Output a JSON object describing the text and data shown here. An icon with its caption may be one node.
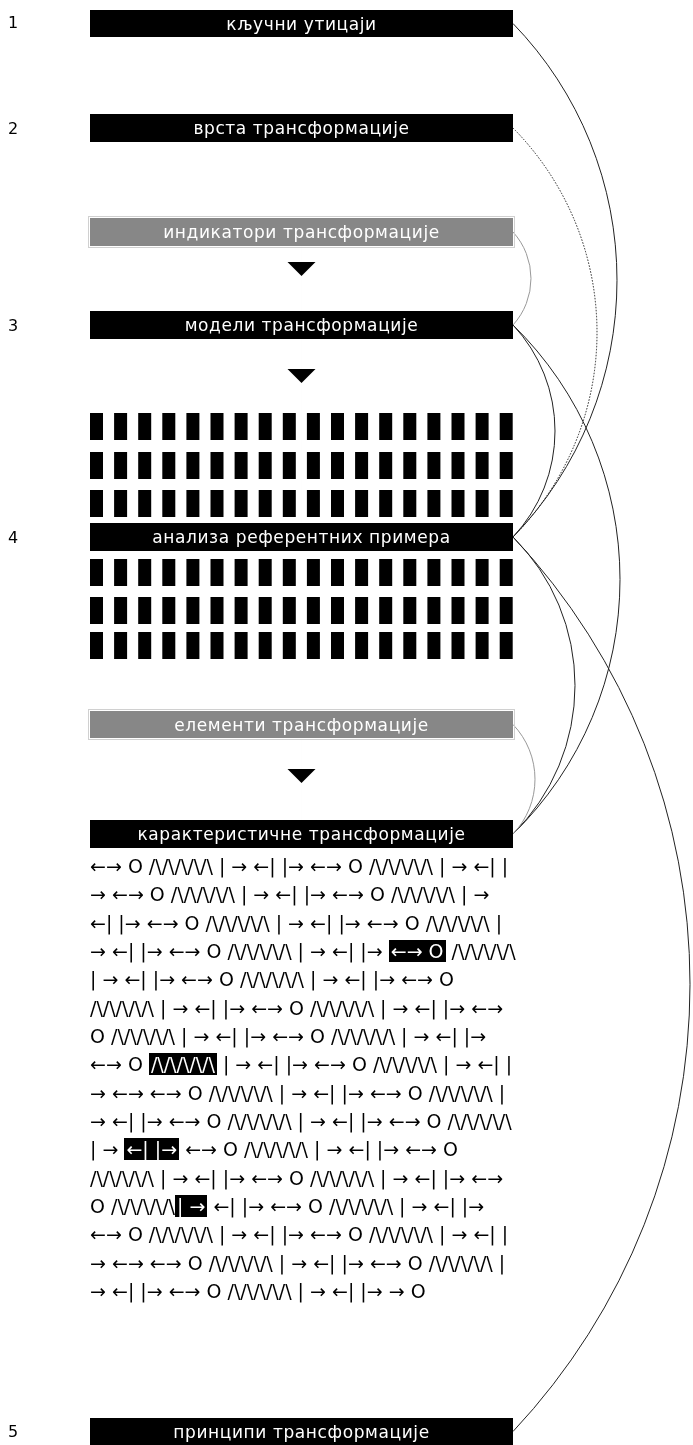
{
  "diagram": {
    "nodes": [
      {
        "text": [
          "кључни утицаји"
        ]
      },
      {
        "text": [
          "врста трансформације"
        ]
      },
      {
        "text": [
          "индикатори трансформације"
        ]
      },
      {
        "text": [
          "модели трансформације"
        ]
      },
      {
        "text": [
          "анализа референтних примера"
        ]
      },
      {
        "text": [
          "елементи трансформације"
        ]
      },
      {
        "text": [
          "карактеристичне трансформације"
        ],
        "beside": [
          "←→ O /\\/\\/\\/\\/\\ | → ←| |→ ←→ O /\\/\\/\\/\\/\\ | → ←| |→ ←→ O /\\/\\/\\/\\/\\ | → ←| |→ ←→ O /\\/\\/\\/\\/\\ | → ←| |→ ←→ O /\\/\\/\\/\\/\\ | → ←| |→ ←→ O /\\/\\/\\/\\/\\ | → ←| |→ ←→ O /\\/\\/\\/\\/\\ | → ←| |→ **←→ O** /\\/\\/\\/\\/\\ | → ←| |→ ←→ O /\\/\\/\\/\\/\\ | → ←| |→ ←→ O /\\/\\/\\/\\/\\ | → ←| |→ ←→ O /\\/\\/\\/\\/\\ | → ←| |→ ←→ O /\\/\\/\\/\\/\\ | → ←| |→ ←→ O /\\/\\/\\/\\/\\ | → ←| |→ ←→ O **/\\/\\/\\/\\/\\** | → ←| |→ ←→ O /\\/\\/\\/\\/\\ | → ←| |→ ←→ ←→ O /\\/\\/\\/\\/\\ | → ←| |→ ←→ O /\\/\\/\\/\\/\\ | → ←| |→ ←→ O /\\/\\/\\/\\/\\ | → ←| |→ ←→ O /\\/\\/\\/\\/\\ | → **←| |→** ←→ O /\\/\\/\\/\\/\\ | → ←| |→ ←→ O /\\/\\/\\/\\/\\ | → ←| |→ ←→ O /\\/\\/\\/\\/\\ | → ←| |→ ←→ O /\\/\\/\\/\\/\\**| →** ←| |→ ←→ O /\\/\\/\\/\\/\\ | → ←| |→ ←→ O /\\/\\/\\/\\/\\ | → ←| |→ ←→ O /\\/\\/\\/\\/\\ | → ←| |→ ←→ ←→ O /\\/\\/\\/\\/\\ | → ←| |→ ←→ O /\\/\\/\\/\\/\\ | → ←| |→ ←→ O /\\/\\/\\/\\/\\ | → ←| |→ → O"
        ]
      },
      {
        "text": [
          "принципи трансформације"
        ]
      }
    ],
    "edges": [
      {
        "from": 0,
        "to": 4,
        "arrow": "none"
      },
      {
        "from": 1,
        "to": 4,
        "arrow": "none",
        "style": "dashed"
      },
      {
        "from": 2,
        "to": 3,
        "arrow": "none",
        "color": "#999999"
      },
      {
        "from": 2,
        "to": 3,
        "arrow": "to"
      },
      {
        "from": 3,
        "to": 4,
        "arrow": "none"
      },
      {
        "from": 3,
        "to": 6,
        "arrow": "none"
      },
      {
        "from": 3,
        "to": 4,
        "arrow": "to"
      },
      {
        "from": 4,
        "to": 6,
        "arrow": "none"
      },
      {
        "from": 4,
        "to": 7,
        "arrow": "none"
      },
      {
        "from": 5,
        "to": 6,
        "arrow": "none",
        "color": "#999999"
      },
      {
        "from": 5,
        "to": 6,
        "arrow": "to"
      }
    ],
    "labels": [
      "1",
      "2",
      "3",
      "4",
      "5"
    ]
  }
}
